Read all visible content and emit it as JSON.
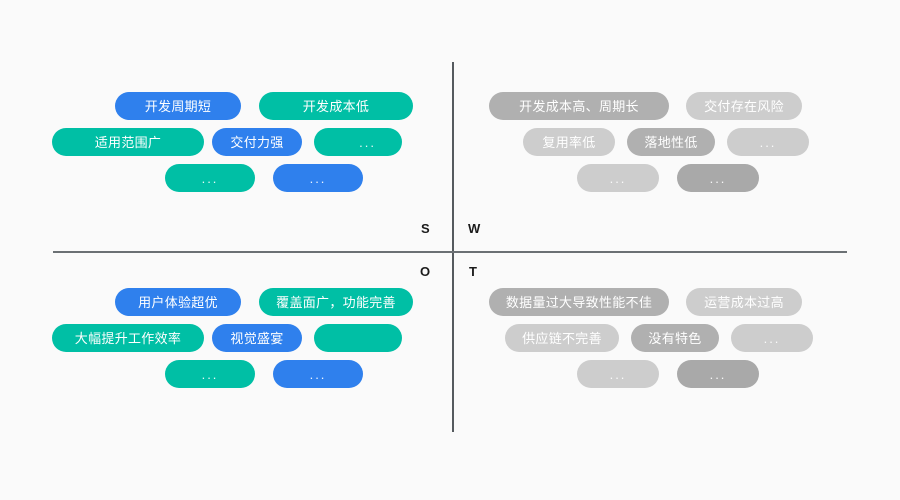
{
  "diagram": {
    "type": "swot-matrix",
    "background_color": "#fafafa",
    "axis_color": "#5b6064",
    "colors": {
      "blue": "#2f80ed",
      "teal": "#00bfa5",
      "gray_dark": "#b0b0b0",
      "gray_medium": "#a9a9a9",
      "gray_light": "#cdcdcd",
      "letter": "#1b1b1b"
    },
    "letters": {
      "s": "S",
      "w": "W",
      "o": "O",
      "t": "T"
    },
    "quadrants": {
      "strengths": {
        "letter": "S",
        "rows": [
          [
            {
              "label": "开发周期短",
              "color": "blue",
              "width": 126,
              "offset": 75,
              "gap": 0
            },
            {
              "label": "开发成本低",
              "color": "teal",
              "width": 154,
              "offset": 18,
              "gap": 0
            }
          ],
          [
            {
              "label": "适用范围广",
              "color": "teal",
              "width": 152,
              "offset": 12,
              "gap": 0
            },
            {
              "label": "交付力强",
              "color": "blue",
              "width": 90,
              "offset": 8,
              "gap": 0
            },
            {
              "label": "...",
              "color": "teal",
              "width": 88,
              "offset": 12,
              "gap": 0,
              "align": "right"
            }
          ],
          [
            {
              "label": "...",
              "color": "teal",
              "width": 90,
              "offset": 125,
              "gap": 0,
              "align": "center"
            },
            {
              "label": "...",
              "color": "blue",
              "width": 90,
              "offset": 18,
              "gap": 0,
              "align": "center"
            }
          ]
        ]
      },
      "weaknesses": {
        "letter": "W",
        "rows": [
          [
            {
              "label": "开发成本高、周期长",
              "color": "gray_dark",
              "width": 180,
              "offset": 6,
              "gap": 0
            },
            {
              "label": "交付存在风险",
              "color": "gray_light",
              "width": 116,
              "offset": 17,
              "gap": 0
            }
          ],
          [
            {
              "label": "复用率低",
              "color": "gray_light",
              "width": 92,
              "offset": 40,
              "gap": 0
            },
            {
              "label": "落地性低",
              "color": "gray_dark",
              "width": 88,
              "offset": 12,
              "gap": 0
            },
            {
              "label": "...",
              "color": "gray_light",
              "width": 82,
              "offset": 12,
              "gap": 0,
              "align": "center"
            }
          ],
          [
            {
              "label": "...",
              "color": "gray_light",
              "width": 82,
              "offset": 94,
              "gap": 0,
              "align": "center"
            },
            {
              "label": "...",
              "color": "gray_medium",
              "width": 82,
              "offset": 18,
              "gap": 0,
              "align": "center"
            }
          ]
        ]
      },
      "opportunities": {
        "letter": "O",
        "rows": [
          [
            {
              "label": "用户体验超优",
              "color": "blue",
              "width": 126,
              "offset": 75,
              "gap": 0
            },
            {
              "label": "覆盖面广，功能完善",
              "color": "teal",
              "width": 154,
              "offset": 18,
              "gap": 0
            }
          ],
          [
            {
              "label": "大幅提升工作效率",
              "color": "teal",
              "width": 152,
              "offset": 12,
              "gap": 0
            },
            {
              "label": "视觉盛宴",
              "color": "blue",
              "width": 90,
              "offset": 8,
              "gap": 0
            },
            {
              "label": "",
              "color": "teal",
              "width": 88,
              "offset": 12,
              "gap": 0,
              "align": "center"
            }
          ],
          [
            {
              "label": "...",
              "color": "teal",
              "width": 90,
              "offset": 125,
              "gap": 0,
              "align": "center"
            },
            {
              "label": "...",
              "color": "blue",
              "width": 90,
              "offset": 18,
              "gap": 0,
              "align": "center"
            }
          ]
        ]
      },
      "threats": {
        "letter": "T",
        "rows": [
          [
            {
              "label": "数据量过大导致性能不佳",
              "color": "gray_dark",
              "width": 180,
              "offset": 6,
              "gap": 0
            },
            {
              "label": "运营成本过高",
              "color": "gray_light",
              "width": 116,
              "offset": 17,
              "gap": 0
            }
          ],
          [
            {
              "label": "供应链不完善",
              "color": "gray_light",
              "width": 114,
              "offset": 22,
              "gap": 0
            },
            {
              "label": "没有特色",
              "color": "gray_dark",
              "width": 88,
              "offset": 12,
              "gap": 0
            },
            {
              "label": "...",
              "color": "gray_light",
              "width": 82,
              "offset": 12,
              "gap": 0,
              "align": "center"
            }
          ],
          [
            {
              "label": "...",
              "color": "gray_light",
              "width": 82,
              "offset": 94,
              "gap": 0,
              "align": "center"
            },
            {
              "label": "...",
              "color": "gray_medium",
              "width": 82,
              "offset": 18,
              "gap": 0,
              "align": "center"
            }
          ]
        ]
      }
    }
  }
}
